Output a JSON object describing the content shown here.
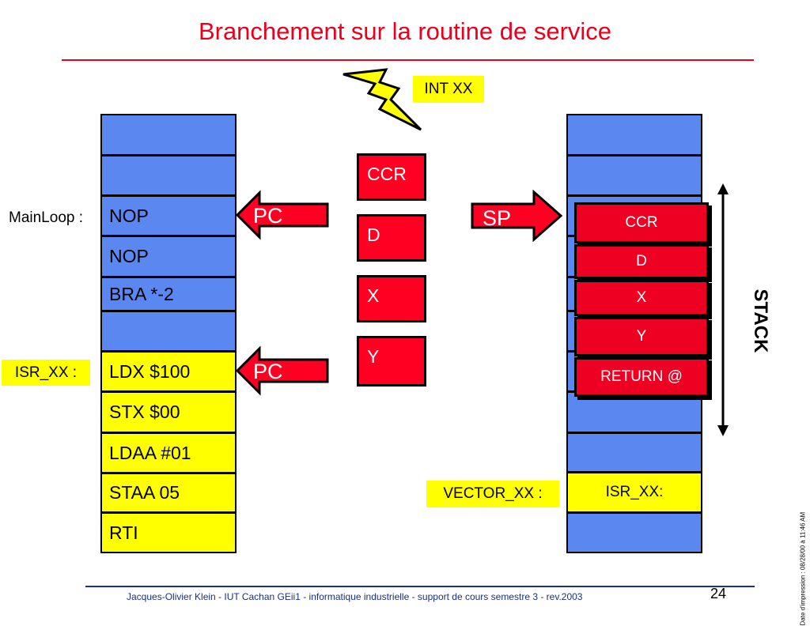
{
  "title": "Branchement sur la routine de service",
  "interrupt": {
    "label": "INT XX"
  },
  "left_memory": {
    "cells": [
      "",
      "",
      "NOP",
      "NOP",
      "BRA *-2",
      "",
      "LDX $100",
      "STX $00",
      "LDAA #01",
      "STAA 05",
      "RTI"
    ],
    "labels": {
      "mainloop": "MainLoop :",
      "isr": "ISR_XX :"
    },
    "pc_arrows": [
      "PC",
      "PC"
    ]
  },
  "registers": [
    "CCR",
    "D",
    "X",
    "Y"
  ],
  "sp_arrow": "SP",
  "stack": {
    "frames": [
      "CCR",
      "D",
      "X",
      "Y",
      "RETURN @"
    ],
    "vertical_label": "STACK",
    "vector_label": "VECTOR_XX :",
    "vector_cell": "ISR_XX:"
  },
  "colors": {
    "title": "#e8001c",
    "memory_blue": "#5b87f0",
    "memory_yellow": "#ffff00",
    "register_red": "#ff0022",
    "footer": "#1a2e8c"
  },
  "footer": {
    "text": "Jacques-Olivier Klein - IUT Cachan GEii1 - informatique industrielle - support de cours semestre 3 - rev.2003",
    "page": "24",
    "print_date": "Date d'impression : 08/28/00 à 11:46 AM"
  }
}
